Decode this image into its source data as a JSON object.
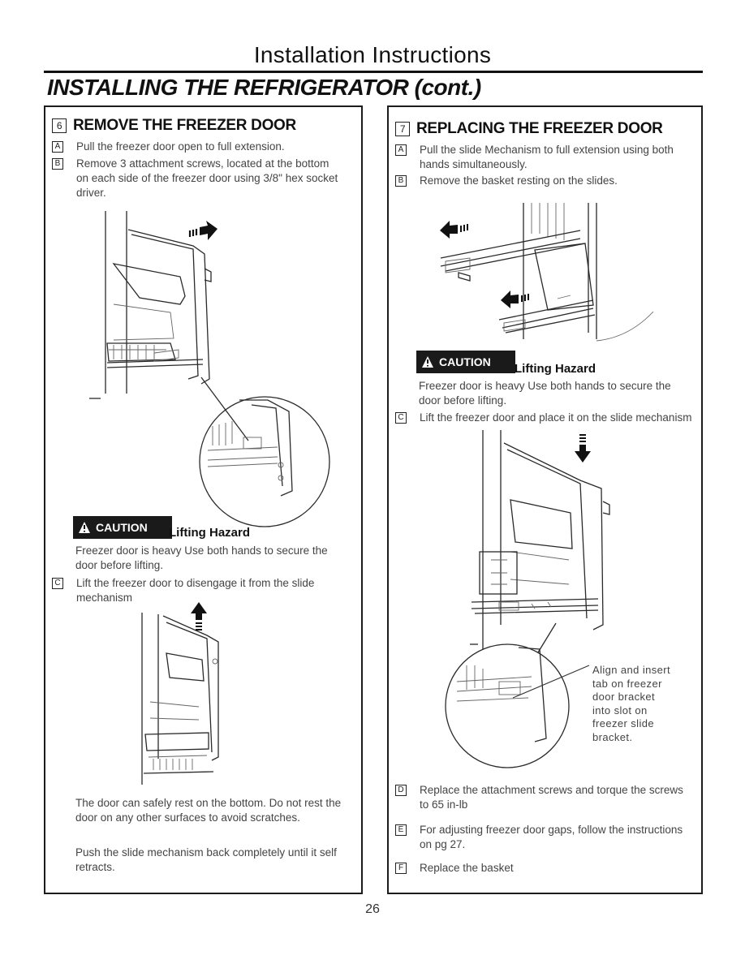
{
  "header": {
    "title": "Installation Instructions",
    "section_title": "INSTALLING THE REFRIGERATOR (cont.)"
  },
  "left": {
    "step_number": "6",
    "heading": "REMOVE THE FREEZER DOOR",
    "steps": [
      {
        "letter": "A",
        "text": "Pull the freezer door open to full extension."
      },
      {
        "letter": "B",
        "text": "Remove 3 attachment screws, located at the bottom on each side of the freezer door using 3/8\" hex socket driver."
      }
    ],
    "caution": {
      "badge": "CAUTION",
      "hazard": "Lifting Hazard",
      "text": "Freezer door is heavy Use both hands to  secure the door before lifting."
    },
    "step_c": {
      "letter": "C",
      "text": "Lift the freezer door to disengage it from the slide mechanism"
    },
    "note1": "The door can safely rest on the bottom. Do not rest the door on any other surfaces to avoid scratches.",
    "note2": "Push the slide mechanism back completely until it  self retracts."
  },
  "right": {
    "step_number": "7",
    "heading": "REPLACING THE FREEZER DOOR",
    "steps": [
      {
        "letter": "A",
        "text": "Pull the slide Mechanism to full extension using both hands simultaneously."
      },
      {
        "letter": "B",
        "text": "Remove the basket resting on the slides."
      }
    ],
    "caution": {
      "badge": "CAUTION",
      "hazard": "Lifting Hazard",
      "text": "Freezer door is heavy Use both hands to  secure the door before lifting."
    },
    "step_c": {
      "letter": "C",
      "text": "Lift the freezer door and place it on the slide mechanism"
    },
    "callout": [
      "Align and insert",
      "tab on freezer",
      "door bracket",
      "into slot on",
      "freezer slide",
      "bracket."
    ],
    "step_d": {
      "letter": "D",
      "text": "Replace the attachment screws and torque the screws to 65 in-lb"
    },
    "step_e": {
      "letter": "E",
      "text": "For adjusting freezer door gaps, follow the instructions on pg 27."
    },
    "step_f": {
      "letter": "F",
      "text": "Replace the basket"
    }
  },
  "page_number": "26",
  "icons": [
    "arrow-right-icon",
    "arrow-left-icon",
    "arrow-up-icon",
    "arrow-down-icon",
    "warning-triangle-icon"
  ]
}
